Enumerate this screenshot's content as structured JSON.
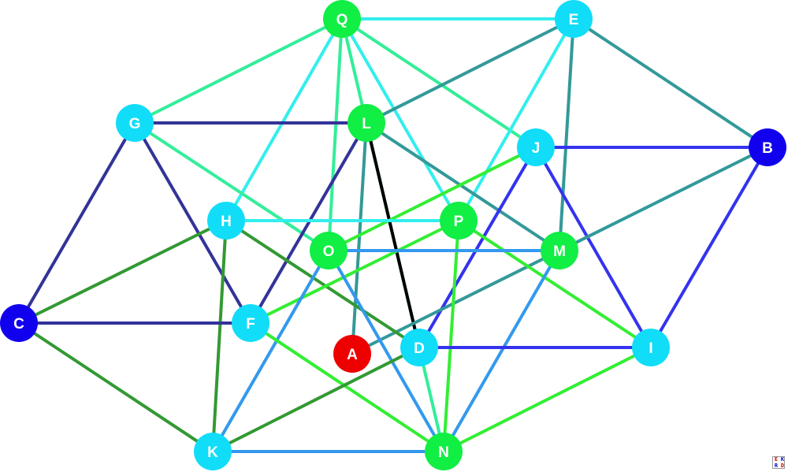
{
  "graph": {
    "nodes": [
      {
        "id": "Q",
        "label": "Q",
        "color": "#11ee44"
      },
      {
        "id": "E",
        "label": "E",
        "color": "#11ddf8"
      },
      {
        "id": "G",
        "label": "G",
        "color": "#11ddf8"
      },
      {
        "id": "L",
        "label": "L",
        "color": "#11ee44"
      },
      {
        "id": "J",
        "label": "J",
        "color": "#11ddf8"
      },
      {
        "id": "B",
        "label": "B",
        "color": "#1100ee"
      },
      {
        "id": "H",
        "label": "H",
        "color": "#11ddf8"
      },
      {
        "id": "P",
        "label": "P",
        "color": "#11ee44"
      },
      {
        "id": "O",
        "label": "O",
        "color": "#11ee44"
      },
      {
        "id": "M",
        "label": "M",
        "color": "#11ee44"
      },
      {
        "id": "C",
        "label": "C",
        "color": "#1100ee"
      },
      {
        "id": "F",
        "label": "F",
        "color": "#11ddf8"
      },
      {
        "id": "A",
        "label": "A",
        "color": "#ee0000"
      },
      {
        "id": "D",
        "label": "D",
        "color": "#11ddf8"
      },
      {
        "id": "I",
        "label": "I",
        "color": "#11ddf8"
      },
      {
        "id": "K",
        "label": "K",
        "color": "#11ddf8"
      },
      {
        "id": "N",
        "label": "N",
        "color": "#11ee44"
      }
    ],
    "edges": [
      {
        "from": "Q",
        "to": "E",
        "color": "#33eeee"
      },
      {
        "from": "Q",
        "to": "G",
        "color": "#33ee99"
      },
      {
        "from": "Q",
        "to": "H",
        "color": "#33eeee"
      },
      {
        "from": "Q",
        "to": "O",
        "color": "#33ee99"
      },
      {
        "from": "Q",
        "to": "P",
        "color": "#33eeee"
      },
      {
        "from": "Q",
        "to": "J",
        "color": "#33ee99"
      },
      {
        "from": "Q",
        "to": "N",
        "color": "#33ee99"
      },
      {
        "from": "E",
        "to": "L",
        "color": "#339999"
      },
      {
        "from": "E",
        "to": "B",
        "color": "#339999"
      },
      {
        "from": "E",
        "to": "M",
        "color": "#339999"
      },
      {
        "from": "E",
        "to": "P",
        "color": "#33eeee"
      },
      {
        "from": "G",
        "to": "L",
        "color": "#333399"
      },
      {
        "from": "G",
        "to": "C",
        "color": "#333399"
      },
      {
        "from": "G",
        "to": "F",
        "color": "#333399"
      },
      {
        "from": "G",
        "to": "O",
        "color": "#33ee99"
      },
      {
        "from": "L",
        "to": "A",
        "color": "#339999"
      },
      {
        "from": "L",
        "to": "D",
        "color": "#000000"
      },
      {
        "from": "L",
        "to": "M",
        "color": "#339999"
      },
      {
        "from": "L",
        "to": "F",
        "color": "#333399"
      },
      {
        "from": "J",
        "to": "B",
        "color": "#3333ee"
      },
      {
        "from": "J",
        "to": "O",
        "color": "#33ee33"
      },
      {
        "from": "J",
        "to": "D",
        "color": "#3333ee"
      },
      {
        "from": "J",
        "to": "I",
        "color": "#3333ee"
      },
      {
        "from": "B",
        "to": "I",
        "color": "#3333ee"
      },
      {
        "from": "B",
        "to": "A",
        "color": "#339999"
      },
      {
        "from": "H",
        "to": "P",
        "color": "#33eeee"
      },
      {
        "from": "H",
        "to": "C",
        "color": "#339933"
      },
      {
        "from": "H",
        "to": "K",
        "color": "#339933"
      },
      {
        "from": "H",
        "to": "D",
        "color": "#339933"
      },
      {
        "from": "P",
        "to": "F",
        "color": "#33ee33"
      },
      {
        "from": "P",
        "to": "N",
        "color": "#33ee33"
      },
      {
        "from": "P",
        "to": "I",
        "color": "#33ee33"
      },
      {
        "from": "O",
        "to": "M",
        "color": "#3399ee"
      },
      {
        "from": "O",
        "to": "K",
        "color": "#3399ee"
      },
      {
        "from": "O",
        "to": "N",
        "color": "#3399ee"
      },
      {
        "from": "M",
        "to": "N",
        "color": "#3399ee"
      },
      {
        "from": "C",
        "to": "F",
        "color": "#333399"
      },
      {
        "from": "C",
        "to": "K",
        "color": "#339933"
      },
      {
        "from": "F",
        "to": "N",
        "color": "#33ee33"
      },
      {
        "from": "D",
        "to": "I",
        "color": "#3333ee"
      },
      {
        "from": "D",
        "to": "K",
        "color": "#339933"
      },
      {
        "from": "I",
        "to": "N",
        "color": "#33ee33"
      },
      {
        "from": "K",
        "to": "N",
        "color": "#3399ee"
      }
    ]
  },
  "logo": {
    "letters": [
      "E",
      "K",
      "R",
      "D"
    ]
  }
}
